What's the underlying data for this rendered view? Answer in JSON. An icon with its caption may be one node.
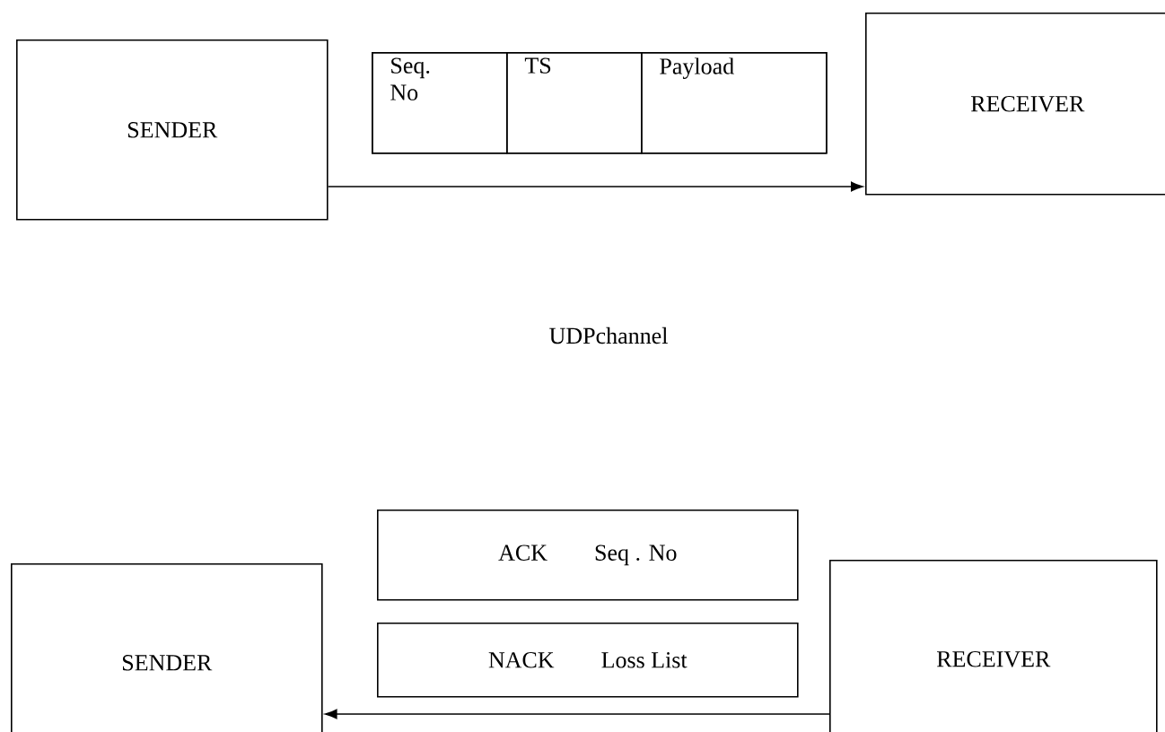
{
  "diagram": {
    "nodes": [
      {
        "text": [
          "SENDER"
        ]
      },
      {
        "text": [],
        "shape": "box"
      },
      {
        "text": [
          "Seq. No"
        ],
        "in": 1
      },
      {
        "text": [
          "TS"
        ],
        "in": 1
      },
      {
        "text": [
          "Payload"
        ],
        "in": 1
      },
      {
        "text": [
          "RECEIVER"
        ]
      },
      {
        "text": [
          "SENDER"
        ]
      },
      {
        "text": [
          "ACK",
          "Seq . No"
        ]
      },
      {
        "text": [
          "NACK",
          "Loss List"
        ]
      },
      {
        "text": [
          "RECEIVER"
        ]
      }
    ],
    "edges": [
      {
        "from": 0,
        "to": 5,
        "arrow": "to"
      },
      {
        "from": 9,
        "to": 6,
        "arrow": "to"
      }
    ],
    "labels": [
      "UDPchannel"
    ]
  }
}
